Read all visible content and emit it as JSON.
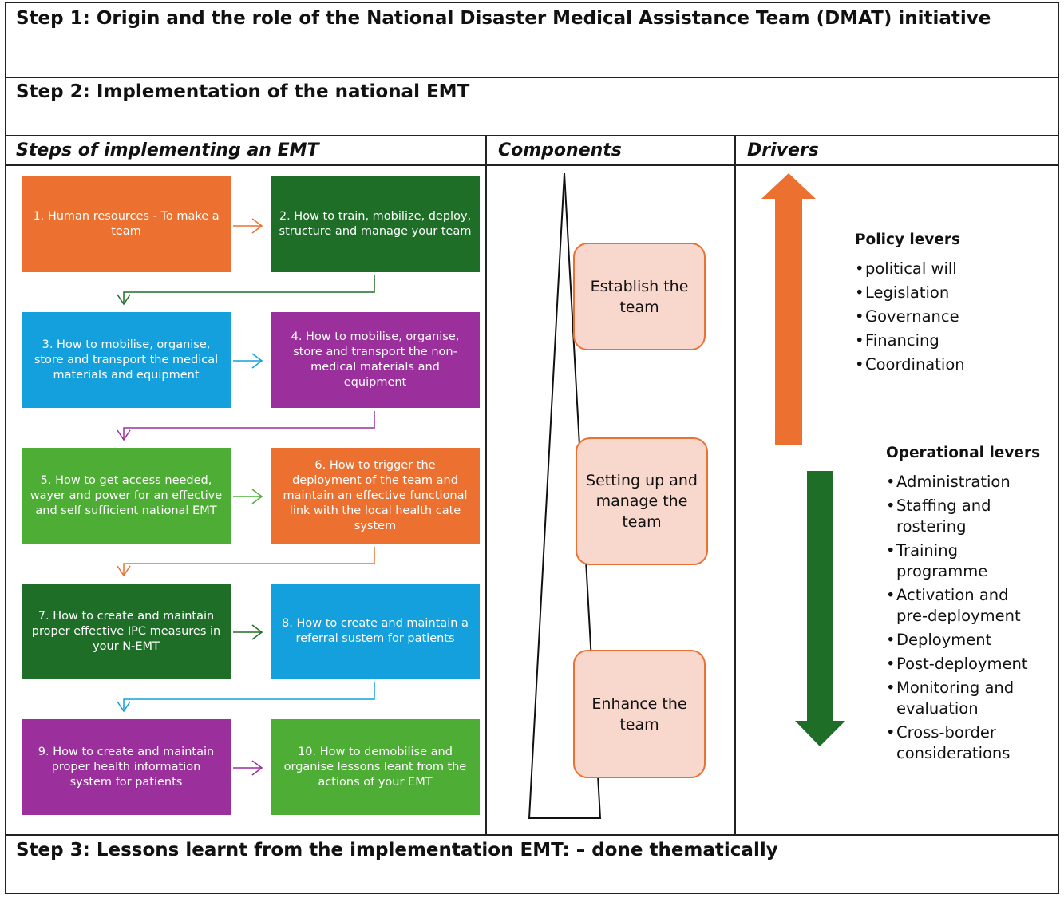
{
  "steps": {
    "step1": "Step 1: Origin and the role of the National Disaster Medical Assistance Team (DMAT) initiative",
    "step2": "Step 2: Implementation of the national EMT",
    "step3": "Step 3: Lessons learnt from the implementation EMT: – done thematically"
  },
  "columns": {
    "steps": "Steps of implementing an EMT",
    "components": "Components",
    "drivers": "Drivers"
  },
  "boxes": [
    {
      "label": "1.  Human resources - To make a team",
      "color": "#ec7130"
    },
    {
      "label": "2. How to train, mobilize, deploy, structure and manage your team",
      "color": "#1e6e27"
    },
    {
      "label": "3. How to mobilise, organise, store and transport the medical materials and equipment",
      "color": "#14a0dc"
    },
    {
      "label": "4. How to mobilise, organise, store and transport the non-medical materials and equipment",
      "color": "#9b2f9b"
    },
    {
      "label": "5. How to get access needed, wayer and power for an effective and self sufficient national EMT",
      "color": "#4ead35"
    },
    {
      "label": "6. How to trigger the deployment of the team and maintain an effective functional link with the local health cate system",
      "color": "#ec7130"
    },
    {
      "label": "7. How to create and maintain proper effective IPC measures in your N-EMT",
      "color": "#1e6e27"
    },
    {
      "label": "8. How to create and maintain a referral sustem for patients",
      "color": "#14a0dc"
    },
    {
      "label": "9. How to create and maintain proper health information system for patients",
      "color": "#9b2f9b"
    },
    {
      "label": "10. How to demobilise and organise lessons leant from the actions of your EMT",
      "color": "#4ead35"
    }
  ],
  "components": [
    {
      "label": "Establish the team"
    },
    {
      "label": "Setting up and manage the team"
    },
    {
      "label": "Enhance the team"
    }
  ],
  "drivers": {
    "policy": {
      "title": "Policy levers",
      "items": [
        "political will",
        "Legislation",
        "Governance",
        "Financing",
        "Coordination"
      ],
      "arrow_color": "#ec7130"
    },
    "operational": {
      "title": "Operational levers",
      "items": [
        "Administration",
        "Staffing and rostering",
        "Training programme",
        "Activation and pre-deployment",
        "Deployment",
        "Post-deployment",
        "Monitoring and evaluation",
        "Cross-border considerations"
      ],
      "arrow_color": "#1e6e27"
    }
  }
}
